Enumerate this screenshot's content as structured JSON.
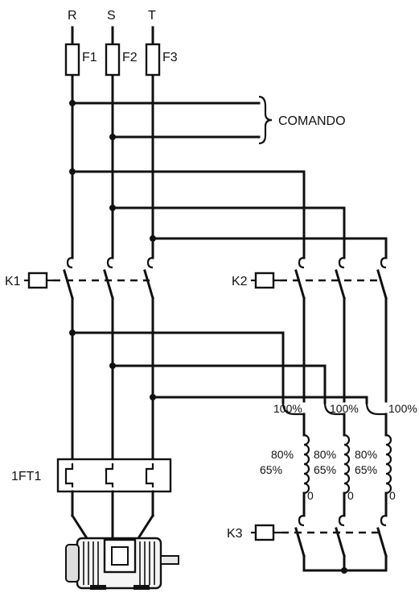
{
  "phases": [
    "R",
    "S",
    "T"
  ],
  "fuses": [
    "F1",
    "F2",
    "F3"
  ],
  "command_label": "COMANDO",
  "contactors": {
    "k1": "K1",
    "k2": "K2",
    "k3": "K3"
  },
  "relay": "1FT1",
  "taps": {
    "top": "100%",
    "mid1": "80%",
    "mid2": "65%",
    "bottom": "0"
  }
}
